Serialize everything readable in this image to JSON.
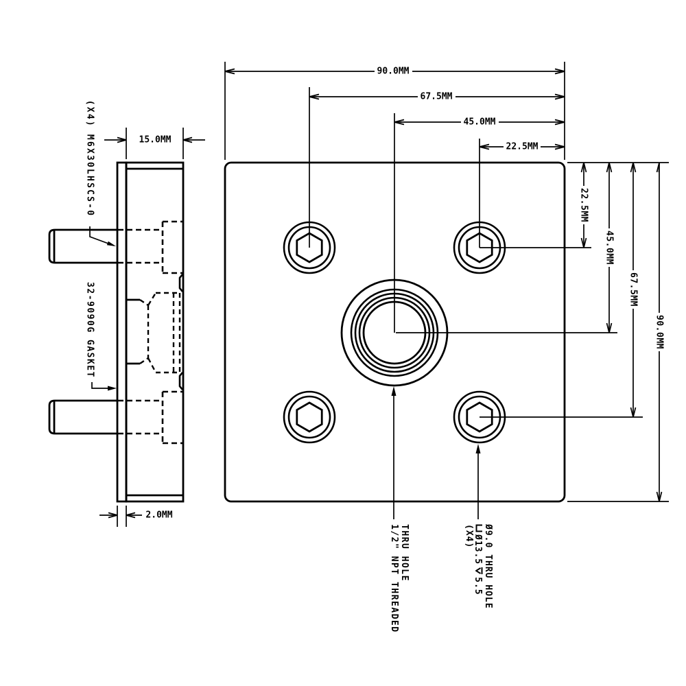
{
  "side_view": {
    "fastener_label": "(X4) M6X30LHSCS-0",
    "gasket_label": "32-9090G GASKET",
    "plate_thickness_dim": "15.0MM",
    "gasket_thickness_dim": "2.0MM"
  },
  "front_view": {
    "top_dimensions": [
      "90.0MM",
      "67.5MM",
      "45.0MM",
      "22.5MM"
    ],
    "right_dimensions": [
      "22.5MM",
      "45.0MM",
      "67.5MM",
      "90.0MM"
    ],
    "npt_callout": {
      "line1": "1/2\" NPT THREADED",
      "line2": "THRU HOLE"
    },
    "hole_callout": {
      "diameter_line": "Ø9.0 THRU HOLE",
      "counterbore_icon": "counterbore",
      "counterbore_diameter": "Ø13.5",
      "depth_icon": "depth",
      "counterbore_depth": "5.5",
      "quantity": "(X4)"
    }
  },
  "colors": {
    "line": "#000000",
    "background": "#ffffff"
  }
}
